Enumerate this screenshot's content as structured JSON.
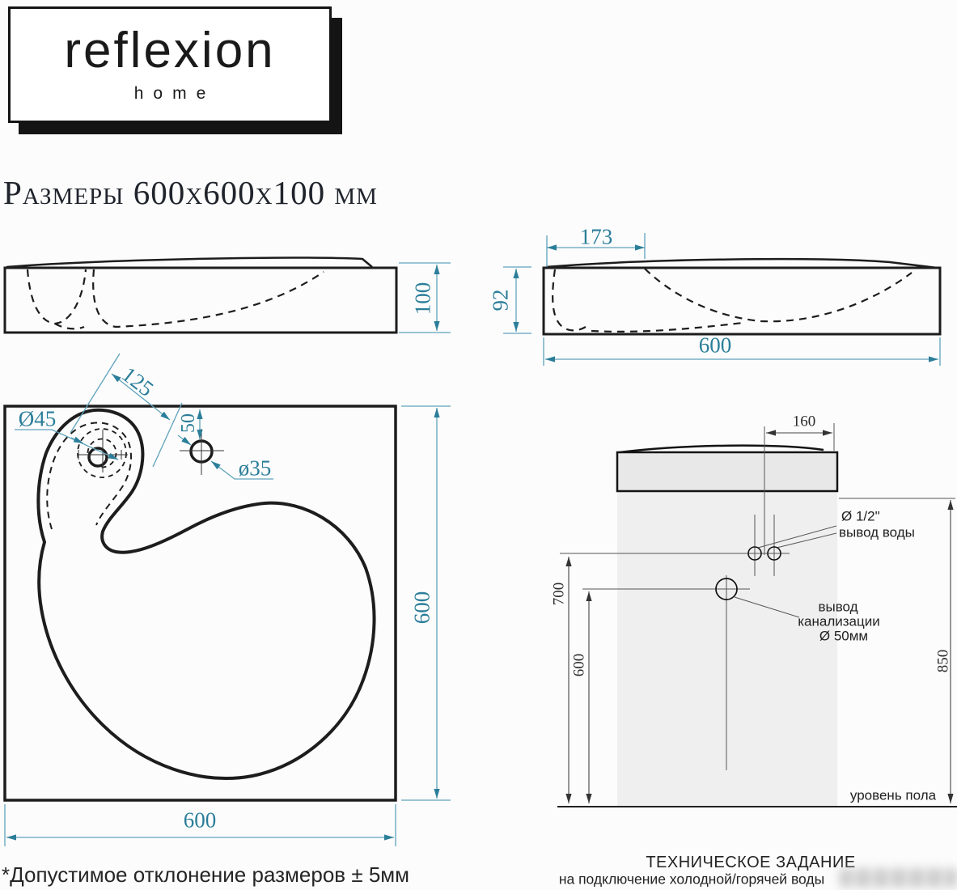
{
  "logo": {
    "brand": "reflexion",
    "tagline": "home"
  },
  "page_title": "Размеры 600x600x100 мм",
  "footnote": "*Допустимое отклонение размеров ± 5мм",
  "views": {
    "front": {
      "height": "100"
    },
    "side": {
      "rim_width": "173",
      "height": "92",
      "width": "600"
    },
    "top": {
      "drain_diameter": "Ø45",
      "diagonal_offset": "125",
      "faucet_offset": "50",
      "faucet_diameter": "ø35",
      "width": "600",
      "depth": "600"
    },
    "installation": {
      "water_offset": "160",
      "water_diameter": "Ø 1/2\"",
      "water_label": "вывод воды",
      "drain_label_1": "вывод",
      "drain_label_2": "канализации",
      "drain_label_3": "Ø 50мм",
      "height_water": "700",
      "height_drain": "600",
      "height_rim": "850",
      "floor_label": "уровень пола",
      "title": "ТЕХНИЧЕСКОЕ ЗАДАНИЕ",
      "subtitle": "на подключение холодной/горячей воды"
    }
  },
  "colors": {
    "dimension_teal": "#2b7e99",
    "ink": "#1d1d1d",
    "sink_fill": "#e8e8e8",
    "wall_fill": "#efefef"
  }
}
